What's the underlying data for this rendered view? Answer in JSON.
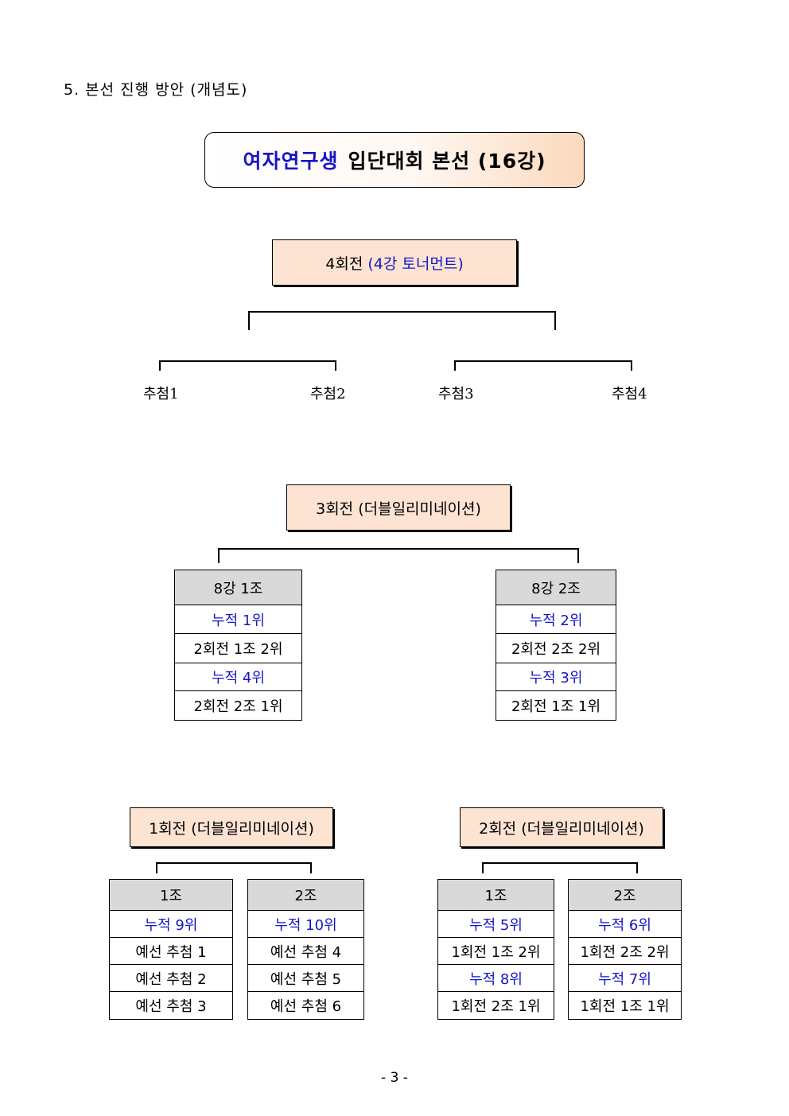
{
  "heading": "5. 본선 진행 방안 (개념도)",
  "title": {
    "highlight": "여자연구생",
    "rest": "입단대회 본선 (16강)"
  },
  "round4": {
    "label": "4회전",
    "note": "(4강 토너먼트)",
    "draws": [
      "추첨1",
      "추첨2",
      "추첨3",
      "추첨4"
    ]
  },
  "round3": {
    "label": "3회전 (더블일리미네이션)",
    "groups": [
      {
        "header": "8강 1조",
        "rows": [
          "누적 1위",
          "2회전 1조 2위",
          "누적 4위",
          "2회전 2조 1위"
        ]
      },
      {
        "header": "8강 2조",
        "rows": [
          "누적 2위",
          "2회전 2조 2위",
          "누적 3위",
          "2회전 1조 1위"
        ]
      }
    ]
  },
  "round1": {
    "label": "1회전 (더블일리미네이션)",
    "groups": [
      {
        "header": "1조",
        "rows": [
          "누적 9위",
          "예선 추첨 1",
          "예선 추첨 2",
          "예선 추첨 3"
        ]
      },
      {
        "header": "2조",
        "rows": [
          "누적 10위",
          "예선 추첨 4",
          "예선 추첨 5",
          "예선 추첨 6"
        ]
      }
    ]
  },
  "round2": {
    "label": "2회전 (더블일리미네이션)",
    "groups": [
      {
        "header": "1조",
        "rows": [
          "누적 5위",
          "1회전 1조 2위",
          "누적 8위",
          "1회전 2조 1위"
        ]
      },
      {
        "header": "2조",
        "rows": [
          "누적 6위",
          "1회전 2조 2위",
          "누적 7위",
          "1회전 1조 1위"
        ]
      }
    ]
  },
  "page_number": "- 3 -",
  "colors": {
    "accent_blue": "#1515c8",
    "box_fill": "#fde4d2",
    "header_fill": "#d9d9d9"
  }
}
